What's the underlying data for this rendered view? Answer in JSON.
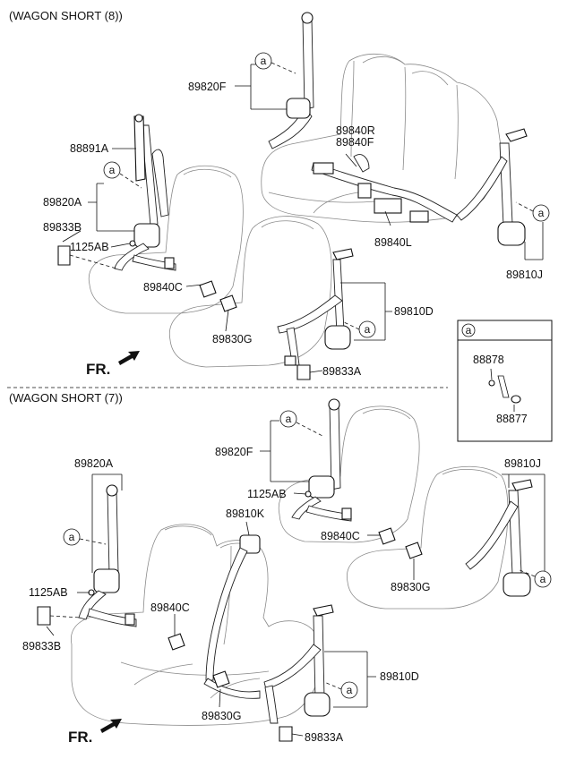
{
  "sections": [
    {
      "title": "(WAGON SHORT (8))"
    },
    {
      "title": "(WAGON SHORT (7))"
    }
  ],
  "front_label": "FR.",
  "callout_letter": "a",
  "detail_box": {
    "letter": "a",
    "parts": [
      "88878",
      "88877"
    ]
  },
  "labels": {
    "top": {
      "p89820F": "89820F",
      "p88891A": "88891A",
      "p89840R": "89840R",
      "p89840F": "89840F",
      "p89820A": "89820A",
      "p89833B": "89833B",
      "p1125AB": "1125AB",
      "p89840L": "89840L",
      "p89810J": "89810J",
      "p89840C": "89840C",
      "p89810D": "89810D",
      "p89830G": "89830G",
      "p89833A": "89833A"
    },
    "bottom": {
      "p89820F": "89820F",
      "p89820A": "89820A",
      "p89810J": "89810J",
      "p1125AB_r": "1125AB",
      "p89810K": "89810K",
      "p89840C_r": "89840C",
      "p1125AB_l": "1125AB",
      "p89840C_l": "89840C",
      "p89830G_r": "89830G",
      "p89833B": "89833B",
      "p89810D": "89810D",
      "p89830G_l": "89830G",
      "p89833A": "89833A"
    }
  },
  "icons": [
    "front-direction-arrow-icon",
    "callout-circle-icon",
    "seat-belt-retractor-icon",
    "buckle-icon",
    "anchor-bracket-icon",
    "bolt-icon"
  ]
}
